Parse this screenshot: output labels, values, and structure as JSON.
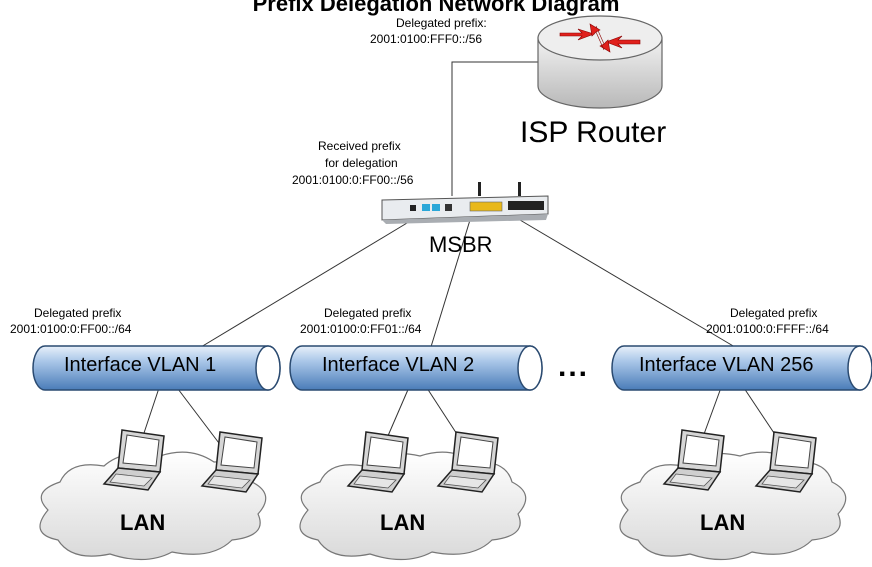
{
  "title": "Prefix Delegation Network Diagram",
  "isp_router": {
    "label": "ISP Router",
    "delegated_prefix_caption": "Delegated prefix:",
    "delegated_prefix_value": "2001:0100:FFF0::/56"
  },
  "msbr": {
    "label": "MSBR",
    "received_caption_1": "Received prefix",
    "received_caption_2": "for delegation",
    "received_value": "2001:0100:0:FF00::/56"
  },
  "interfaces": [
    {
      "label": "Interface VLAN 1",
      "prefix_caption": "Delegated prefix",
      "prefix_value": "2001:0100:0:FF00::/64",
      "lan": "LAN"
    },
    {
      "label": "Interface VLAN 2",
      "prefix_caption": "Delegated prefix",
      "prefix_value": "2001:0100:0:FF01::/64",
      "lan": "LAN"
    },
    {
      "label": "Interface VLAN 256",
      "prefix_caption": "Delegated prefix",
      "prefix_value": "2001:0100:0:FFFF::/64",
      "lan": "LAN"
    }
  ],
  "ellipsis": "...",
  "colors": {
    "vlan_fill_top": "#c8dcf0",
    "vlan_fill_bottom": "#5b8cc4",
    "router_body": "#d8d8d8",
    "router_arrows": "#e0201c"
  }
}
